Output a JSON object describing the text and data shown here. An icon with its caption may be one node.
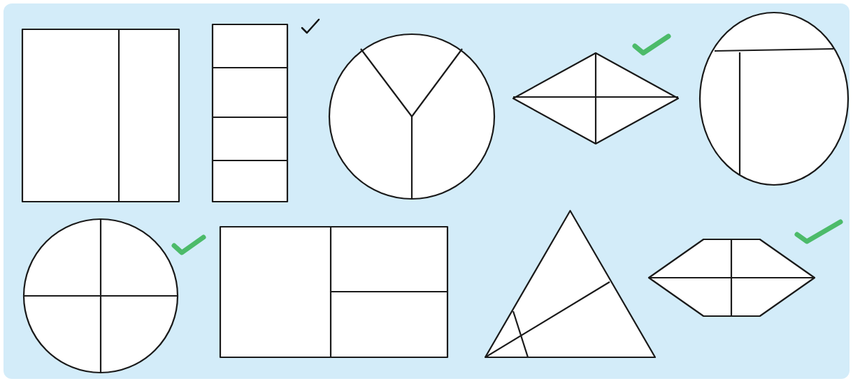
{
  "diagram": {
    "nodes": [
      {
        "text": [],
        "shape": "box"
      },
      {
        "text": [],
        "shape": "box"
      },
      {
        "text": [],
        "shape": "circle"
      },
      {
        "text": [],
        "shape": "diamond"
      },
      {
        "text": [],
        "shape": "ellipse"
      },
      {
        "text": [],
        "shape": "circle"
      },
      {
        "text": [],
        "shape": "box"
      },
      {
        "text": [],
        "shape": "triangle"
      },
      {
        "text": [],
        "shape": "hexagon"
      }
    ]
  }
}
